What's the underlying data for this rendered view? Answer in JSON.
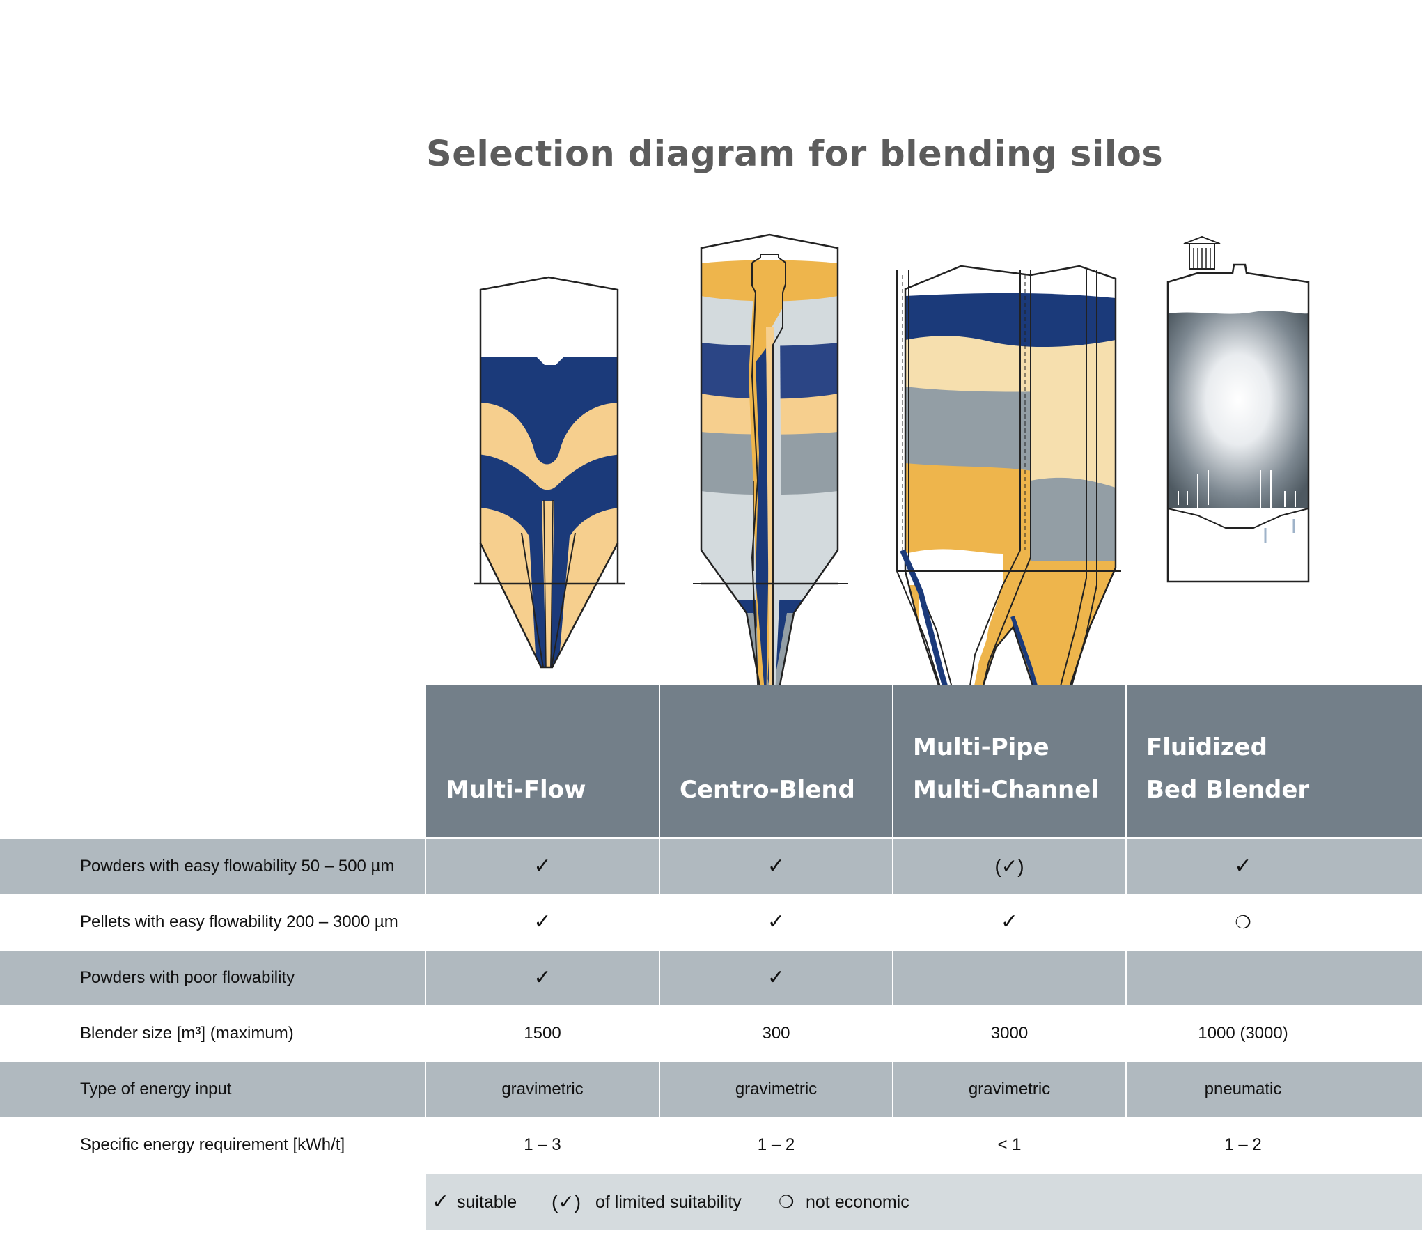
{
  "title": "Selection diagram for blending silos",
  "columns": [
    {
      "line1": "",
      "line2": "Multi-Flow"
    },
    {
      "line1": "",
      "line2": "Centro-Blend"
    },
    {
      "line1": "Multi-Pipe",
      "line2": "Multi-Channel"
    },
    {
      "line1": "Fluidized",
      "line2": "Bed Blender"
    }
  ],
  "rows": [
    {
      "label": "Powders with easy flowability 50 – 500 µm",
      "values": [
        "✓",
        "✓",
        "(✓)",
        "✓"
      ]
    },
    {
      "label": "Pellets with easy flowability 200 – 3000 µm",
      "values": [
        "✓",
        "✓",
        "✓",
        "❍"
      ]
    },
    {
      "label": "Powders with poor flowability",
      "values": [
        "✓",
        "✓",
        "",
        ""
      ]
    },
    {
      "label": "Blender size [m³] (maximum)",
      "values": [
        "1500",
        "300",
        "3000",
        "1000 (3000)"
      ]
    },
    {
      "label": "Type of energy input",
      "values": [
        "gravimetric",
        "gravimetric",
        "gravimetric",
        "pneumatic"
      ]
    },
    {
      "label": "Specific energy requirement [kWh/t]",
      "values": [
        "1 – 3",
        "1 – 2",
        "< 1",
        "1 – 2"
      ]
    }
  ],
  "legend": {
    "suitable_symbol": "✓",
    "suitable": "suitable",
    "limited_symbol": "(✓)",
    "limited": "of limited suitability",
    "not_economic_symbol": "❍",
    "not_economic": "not economic"
  },
  "colors": {
    "navy": "#1b3a7a",
    "light_orange": "#f6cf8e",
    "orange": "#eeb54c",
    "light_gray": "#d3dadd",
    "mid_gray": "#939ea5",
    "header_gray": "#737f89",
    "row_shade": "#b0b9bf",
    "legend_bg": "#d5dbde"
  }
}
